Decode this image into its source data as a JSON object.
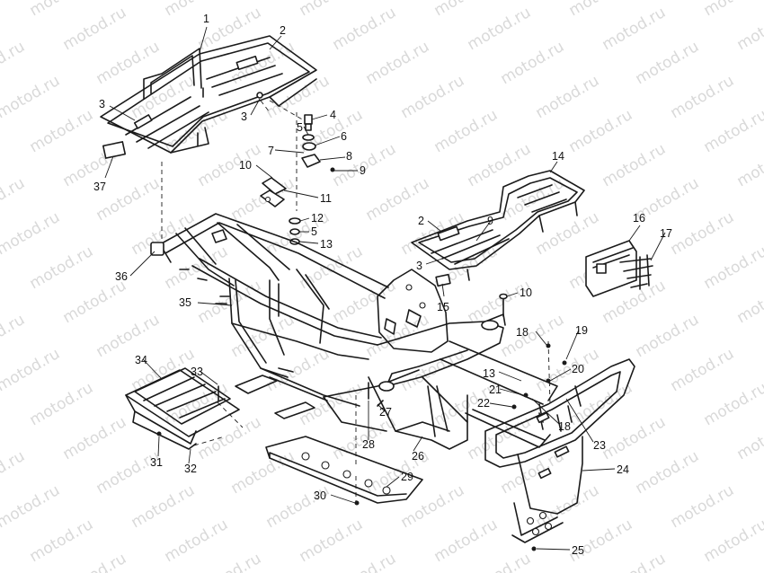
{
  "watermark": {
    "text": "motod.ru",
    "color": "#d6d6d6"
  },
  "part_numbers": [
    "1",
    "2",
    "3",
    "3",
    "3",
    "4",
    "5",
    "6",
    "7",
    "8",
    "9",
    "10",
    "11",
    "12",
    "5",
    "13",
    "14",
    "2",
    "9",
    "3",
    "15",
    "16",
    "17",
    "10",
    "18",
    "19",
    "13",
    "20",
    "21",
    "22",
    "18",
    "23",
    "24",
    "25",
    "26",
    "27",
    "28",
    "29",
    "30",
    "31",
    "32",
    "33",
    "34",
    "35",
    "36",
    "37"
  ],
  "style": {
    "line_color": "#1a1a1a",
    "background": "#ffffff"
  }
}
